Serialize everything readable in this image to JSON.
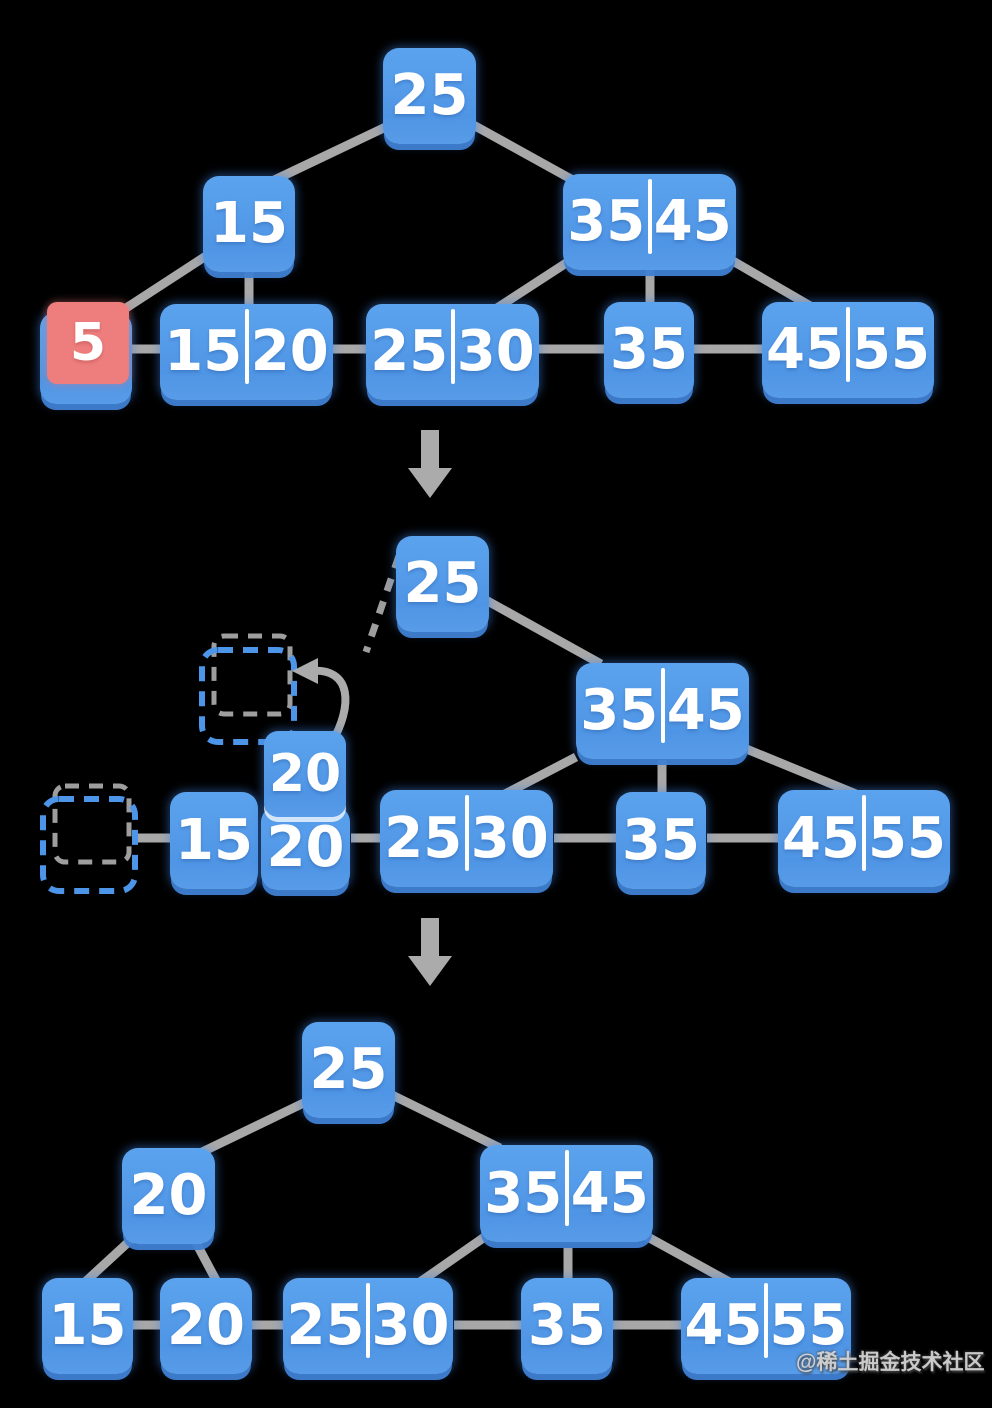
{
  "diagram_title": "b-plus-tree-delete-5-three-stages",
  "palette": {
    "background": "#000000",
    "node_blue": "#5199E8",
    "node_blue_shadow": "#3F80D2",
    "node_red": "#EE7D7D",
    "edge_gray": "#A8A8A8",
    "arrow_gray": "#ABABAB",
    "dashed_blue": "#4C95E8",
    "dashed_gray": "#9E9E9E",
    "key_text": "#FFFFFF"
  },
  "stages": [
    {
      "name": "stage-1-initial-tree-with-5-marked",
      "nodes": {
        "root": [
          "25"
        ],
        "left": [
          "15"
        ],
        "right": [
          "35",
          "45"
        ],
        "deleted": [
          "5"
        ],
        "leaf_15_20": [
          "15",
          "20"
        ],
        "leaf_25_30": [
          "25",
          "30"
        ],
        "leaf_35": [
          "35"
        ],
        "leaf_45_55": [
          "45",
          "55"
        ]
      }
    },
    {
      "name": "stage-2-rebalancing-after-delete",
      "nodes": {
        "root": [
          "25"
        ],
        "right": [
          "35",
          "45"
        ],
        "promoted": [
          "20"
        ],
        "leaf_15": [
          "15"
        ],
        "leaf_20": [
          "20"
        ],
        "leaf_25_30": [
          "25",
          "30"
        ],
        "leaf_35": [
          "35"
        ],
        "leaf_45_55": [
          "45",
          "55"
        ]
      }
    },
    {
      "name": "stage-3-final-tree",
      "nodes": {
        "root": [
          "25"
        ],
        "left": [
          "20"
        ],
        "right": [
          "35",
          "45"
        ],
        "leaf_15": [
          "15"
        ],
        "leaf_20": [
          "20"
        ],
        "leaf_25_30": [
          "25",
          "30"
        ],
        "leaf_35": [
          "35"
        ],
        "leaf_45_55": [
          "45",
          "55"
        ]
      }
    }
  ],
  "icons": {
    "step_arrow_1": "down-arrow-icon",
    "step_arrow_2": "down-arrow-icon",
    "promote_arrow": "curved-move-up-arrow-icon"
  },
  "watermark": "@稀土掘金技术社区"
}
